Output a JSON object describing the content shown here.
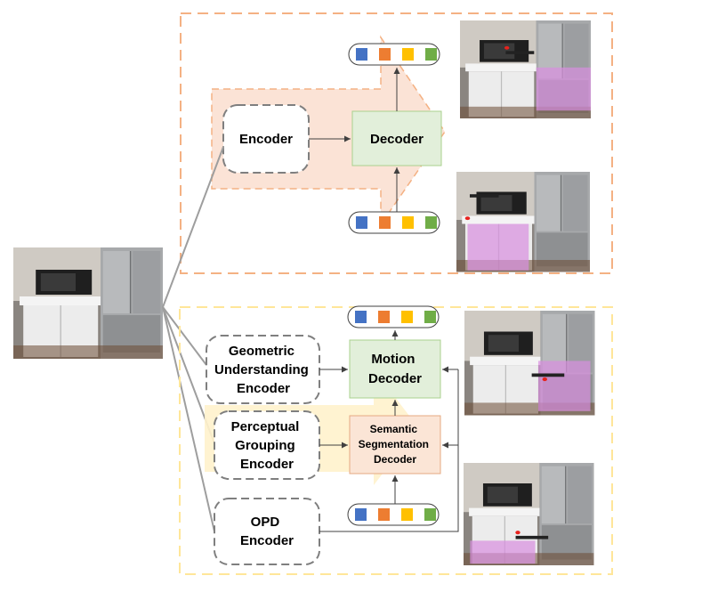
{
  "colors": {
    "top_panel_border": "#F4B183",
    "top_arrow_fill": "#FBE3D6",
    "top_arrow_border": "#F4B183",
    "bottom_panel_border": "#FFE699",
    "bottom_arrow_fill": "#FFF2CC",
    "decoder_fill": "#E2EFDA",
    "decoder_border": "#A9D18E",
    "semantic_fill": "#FBE5D6",
    "semantic_border": "#E6A982",
    "token_blue": "#4472C4",
    "token_orange": "#ED7D31",
    "token_yellow": "#FFC000",
    "token_green": "#70AD47"
  },
  "top": {
    "encoder": "Encoder",
    "decoder": "Decoder"
  },
  "bottom": {
    "geometric": [
      "Geometric",
      "Understanding",
      "Encoder"
    ],
    "perceptual": [
      "Perceptual",
      "Grouping",
      "Encoder"
    ],
    "opd": [
      "OPD",
      "Encoder"
    ],
    "motion": [
      "Motion",
      "Decoder"
    ],
    "semantic": [
      "Semantic",
      "Segmentation",
      "Decoder"
    ]
  },
  "images": {
    "input_photo": "kitchen-scene-photo",
    "top_output_1": "prediction-photo-microwave-door",
    "top_output_2": "prediction-photo-cabinet-door",
    "bottom_output_1": "prediction-photo-refrigerator-door",
    "bottom_output_2": "prediction-photo-cabinet-door"
  }
}
